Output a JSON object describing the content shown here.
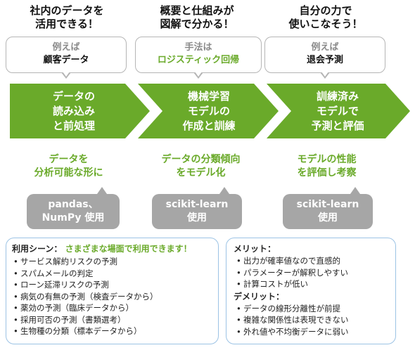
{
  "steps": [
    {
      "top": [
        "社内のデータを",
        "活用できる！"
      ],
      "bubble_small": "例えば",
      "bubble_main": "顧客データ",
      "arrow": [
        "データの",
        "読み込み",
        "と前処理"
      ],
      "result": [
        "データを",
        "分析可能な形に"
      ],
      "tool": [
        "pandas、",
        "NumPy 使用"
      ]
    },
    {
      "top": [
        "概要と仕組みが",
        "図解で分かる！"
      ],
      "bubble_small": "手法は",
      "bubble_main": "ロジスティック回帰",
      "arrow": [
        "機械学習",
        "モデルの",
        "作成と訓練"
      ],
      "result": [
        "データの分類傾向",
        "をモデル化"
      ],
      "tool": [
        "scikit-learn",
        "使用"
      ]
    },
    {
      "top": [
        "自分の力で",
        "使いこなそう！"
      ],
      "bubble_small": "例えば",
      "bubble_main": "退会予測",
      "arrow": [
        "訓練済み",
        "モデルで",
        "予測と評価"
      ],
      "result": [
        "モデルの性能",
        "を評価し考察"
      ],
      "tool": [
        "scikit-learn",
        "使用"
      ]
    }
  ],
  "use_cases": {
    "title": "利用シーン：",
    "subtitle": "さまざまな場面で利用できます！",
    "items": [
      "サービス解約リスクの予測",
      "スパムメールの判定",
      "ローン延滞リスクの予測",
      "病気の有無の予測（検査データから）",
      "薬効の予測（臨床データから）",
      "採用可否の予測（書類選考）",
      "生物種の分類（標本データから）"
    ]
  },
  "merits": {
    "title": "メリット：",
    "items": [
      "出力が確率値なので直感的",
      "パラメーターが解釈しやすい",
      "計算コストが低い"
    ]
  },
  "demerits": {
    "title": "デメリット：",
    "items": [
      "データの線形分離性が前提",
      "複雑な関係性は表現できない",
      "外れ値や不均衡データに弱い"
    ]
  },
  "colors": {
    "arrow_green": "#6aaa2a",
    "result_green": "#6aaa2a",
    "tool_gray": "#a6a6a6",
    "panel_border": "#9cc3e5",
    "bubble_border": "#b5b5b5"
  }
}
